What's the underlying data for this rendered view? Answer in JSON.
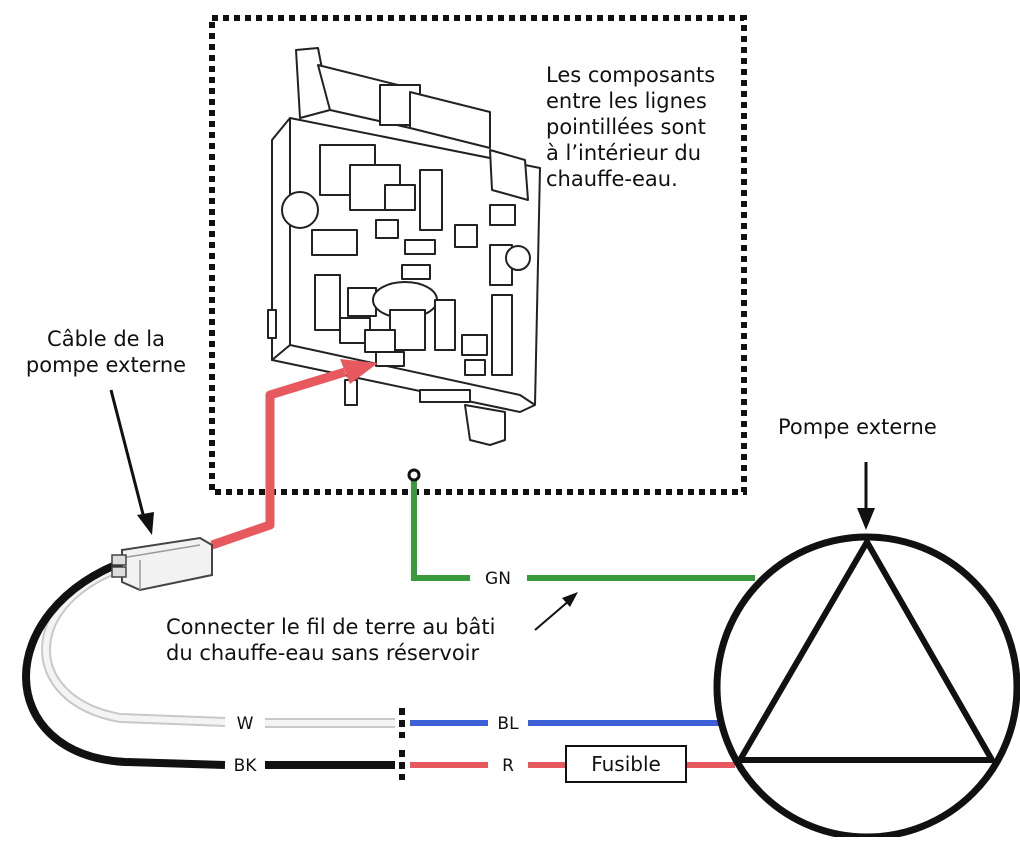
{
  "labels": {
    "note": "Les composants\nentre les lignes\npointillées sont\nà l’intérieur du\nchauffe-eau.",
    "cable": "Câble de la\npompe externe",
    "pump": "Pompe externe",
    "ground_note": "Connecter le fil de terre au bâti\ndu chauffe-eau sans réservoir"
  },
  "wires": {
    "gn": "GN",
    "w": "W",
    "bl": "BL",
    "bk": "BK",
    "r": "R"
  },
  "fuse": "Fusible",
  "colors": {
    "red": "#e8595f",
    "green": "#3a9a3e",
    "blue": "#3d5fd8",
    "black": "#111111",
    "white_wire": "#f4f4f4",
    "white_wire_outline": "#c8c8c8"
  }
}
